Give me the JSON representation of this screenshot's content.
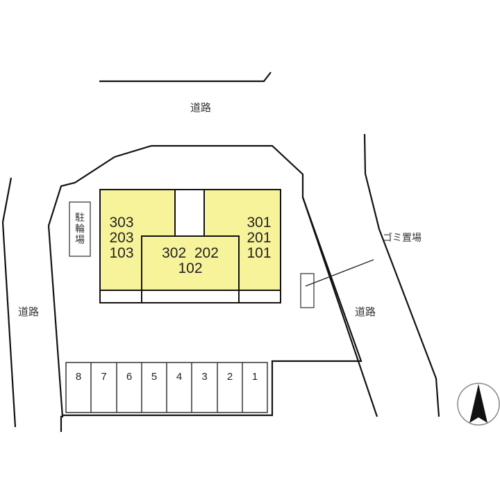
{
  "map": {
    "roads": {
      "north": "道路",
      "west": "道路",
      "east": "道路"
    },
    "bicycle_parking": "駐輪場",
    "garbage_area": "ゴミ置場",
    "building": {
      "color": "#f7f39b",
      "west_block": [
        "303",
        "203",
        "103"
      ],
      "center_block": {
        "line1": "302  202",
        "line2": "102"
      },
      "east_block": [
        "301",
        "201",
        "101"
      ]
    },
    "parking_spaces": [
      "8",
      "7",
      "6",
      "5",
      "4",
      "3",
      "2",
      "1"
    ],
    "compass": "north-arrow"
  }
}
